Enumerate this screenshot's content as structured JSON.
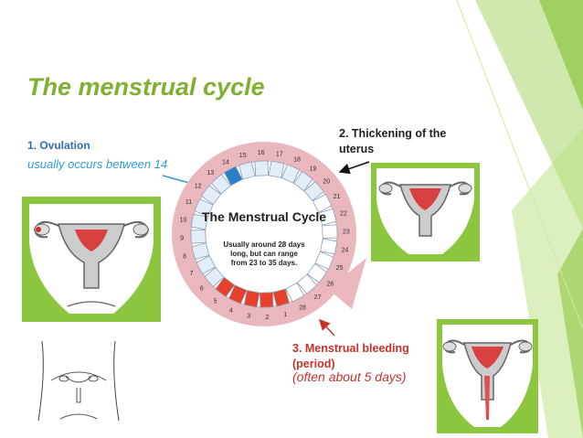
{
  "slide": {
    "title": "The menstrual cycle"
  },
  "ovulation": {
    "heading": "1. Ovulation",
    "detail": "usually occurs between 14"
  },
  "thickening": {
    "heading": "2. Thickening of the uterus"
  },
  "bleeding": {
    "heading": "3. Menstrual bleeding (period)",
    "detail": "(often about 5 days)"
  },
  "cycle_diagram": {
    "title": "The Menstrual Cycle",
    "note_line1": "Usually around 28 days",
    "note_line2": "long, but can range",
    "note_line3": "from 23 to 35 days.",
    "days": [
      "1",
      "2",
      "3",
      "4",
      "5",
      "6",
      "7",
      "8",
      "9",
      "10",
      "11",
      "12",
      "13",
      "14",
      "15",
      "16",
      "17",
      "18",
      "19",
      "20",
      "21",
      "22",
      "23",
      "24",
      "25",
      "26",
      "27",
      "28"
    ]
  },
  "colors": {
    "accent_green": "#8cc63f",
    "title_green": "#7fb02f",
    "ovulation_blue": "#2f6eb5",
    "bleeding_red": "#c8312b",
    "period_day_fill": "#e8402a",
    "ovulation_day_fill": "#2a7fc8",
    "ring_pink": "#e9b7bd"
  }
}
